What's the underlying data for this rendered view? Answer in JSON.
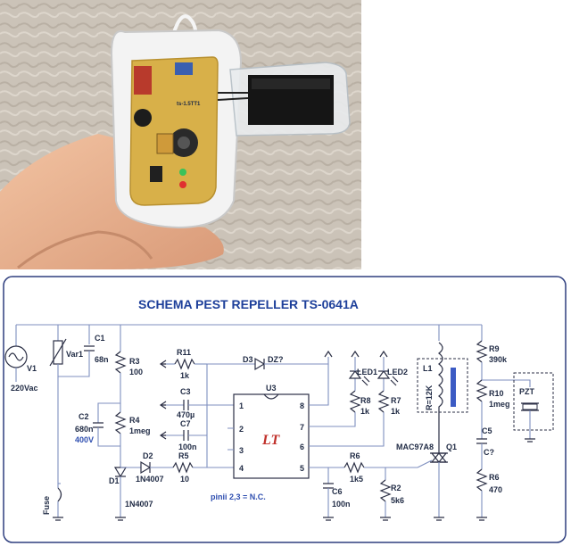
{
  "schematic": {
    "title": "SCHEMA PEST REPELLER TS-0641A",
    "note": "pinii 2,3 = N.C.",
    "ic_logo": "LT",
    "labels": {
      "v1": "V1",
      "v1_value": "220Vac",
      "var1": "Var1",
      "c1": "C1",
      "c1_value": "68n",
      "r3": "R3",
      "r3_value": "100",
      "r11": "R11",
      "r11_value": "1k",
      "c3": "C3",
      "c3_value": "470µ",
      "c7": "C7",
      "c7_value": "100n",
      "d3": "D3",
      "dz": "DZ?",
      "u3": "U3",
      "c2": "C2",
      "c2_value": "680n",
      "c2_voltage": "400V",
      "r4": "R4",
      "r4_value": "1meg",
      "d2": "D2",
      "d2_value": "1N4007",
      "r5": "R5",
      "r5_value": "10",
      "d1": "D1",
      "d1_value": "1N4007",
      "fuse": "Fuse",
      "led1": "LED1",
      "led2": "LED2",
      "r8": "R8",
      "r8_value": "1k",
      "r7": "R7",
      "r7_value": "1k",
      "l1": "L1",
      "l1_value": "R=12K",
      "r9": "R9",
      "r9_value": "390k",
      "r10": "R10",
      "r10_value": "1meg",
      "pzt": "PZT",
      "mac": "MAC97A8",
      "q1": "Q1",
      "c5": "C5",
      "c5_value": "C?",
      "r6b": "R6",
      "r6b_value": "470",
      "r6": "R6",
      "r6_value": "1k5",
      "r2": "R2",
      "r2_value": "5k6",
      "c6": "C6",
      "c6_value": "100n",
      "pins": [
        "1",
        "2",
        "3",
        "4",
        "5",
        "6",
        "7",
        "8"
      ]
    }
  },
  "photo": {
    "pcb_labels": [
      "ts-1.5TT1"
    ]
  },
  "colors": {
    "wire": "#7f8fbf",
    "title": "#1d3f9a",
    "frame": "#2f3f7f",
    "pcb": "#d9b24a",
    "skin": "#e8b08f",
    "housing": "#f1f1f1",
    "wall": "#cfc7bc"
  }
}
